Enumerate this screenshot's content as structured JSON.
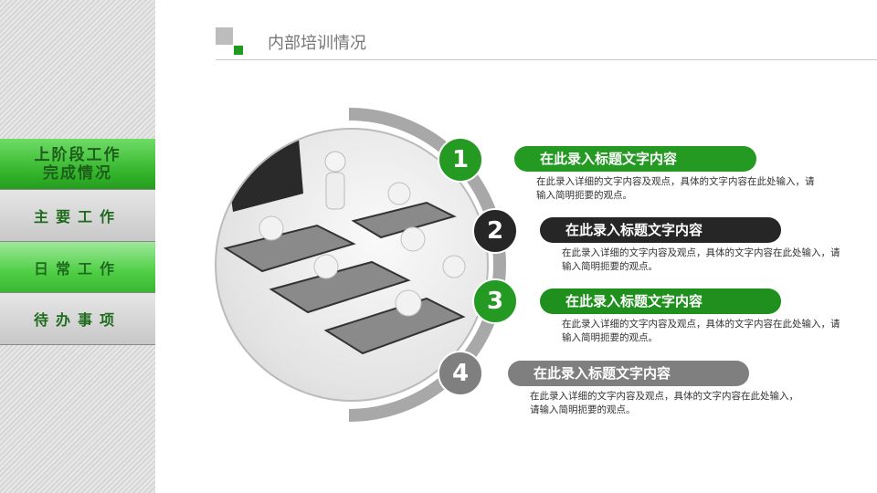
{
  "sidebar": {
    "items": [
      {
        "label_line1": "上阶段工作",
        "label_line2": "完成情况",
        "state": "active"
      },
      {
        "label": "主要工作"
      },
      {
        "label": "日常工作"
      },
      {
        "label": "待办事项"
      }
    ]
  },
  "header": {
    "title": "内部培训情况"
  },
  "colors": {
    "green": "#249a22",
    "dark": "#262626",
    "gray": "#7f7f7f"
  },
  "points": [
    {
      "number": "1",
      "title": "在此录入标题文字内容",
      "desc": "在此录入详细的文字内容及观点，具体的文字内容在此处输入，请输入简明扼要的观点。"
    },
    {
      "number": "2",
      "title": "在此录入标题文字内容",
      "desc": "在此录入详细的文字内容及观点，具体的文字内容在此处输入，请输入简明扼要的观点。"
    },
    {
      "number": "3",
      "title": "在此录入标题文字内容",
      "desc": "在此录入详细的文字内容及观点，具体的文字内容在此处输入，请输入简明扼要的观点。"
    },
    {
      "number": "4",
      "title": "在此录入标题文字内容",
      "desc": "在此录入详细的文字内容及观点，具体的文字内容在此处输入，请输入简明扼要的观点。"
    }
  ]
}
